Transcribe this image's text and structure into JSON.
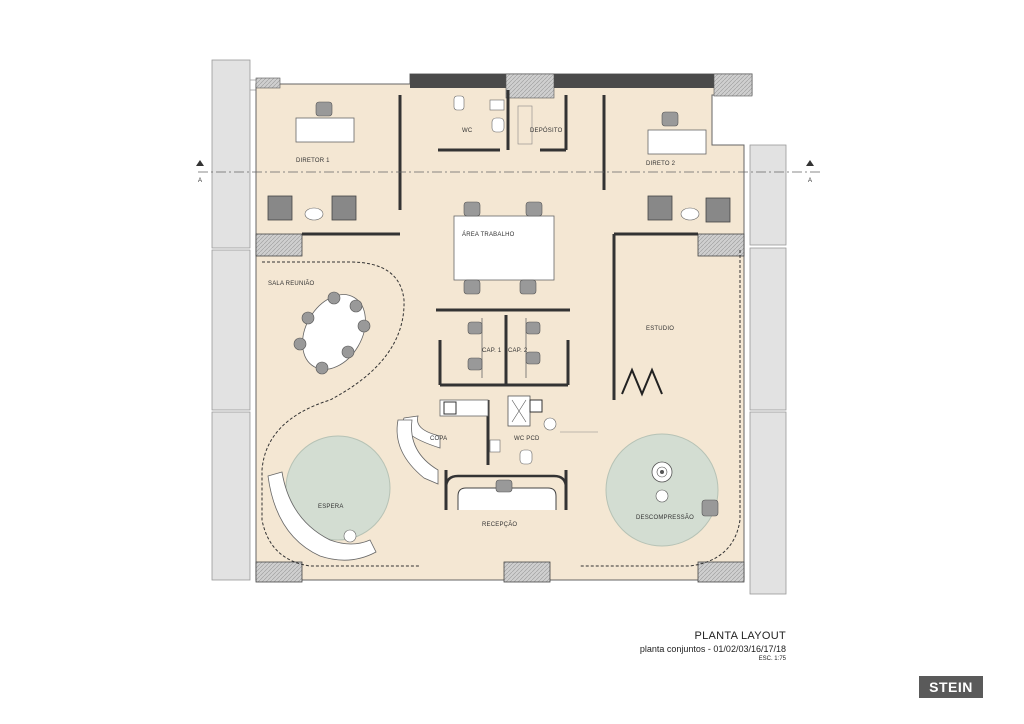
{
  "rooms": {
    "diretor1": "DIRETOR 1",
    "wc": "WC",
    "deposito": "DEPÓSITO",
    "direto2": "DIRETO 2",
    "area_trabalho": "ÁREA TRABALHO",
    "sala_reuniao": "SALA REUNIÃO",
    "estudio": "ESTUDIO",
    "cap1": "CAP. 1",
    "cap2": "CAP. 2",
    "copa": "COPA",
    "wc_pcd": "WC PCD",
    "espera": "ESPERA",
    "recepcao": "RECEPÇÃO",
    "descompressao": "DESCOMPRESSÃO"
  },
  "section_marker": "A",
  "title_block": {
    "title": "PLANTA LAYOUT",
    "subtitle": "planta conjuntos - 01/02/03/16/17/18",
    "scale": "ESC. 1:75"
  },
  "logo": "STEIN",
  "colors": {
    "floor": "#f4e7d3",
    "wall": "#4a4a4a",
    "rug": "#d3ddd2",
    "facade": "#dcdcdc"
  }
}
